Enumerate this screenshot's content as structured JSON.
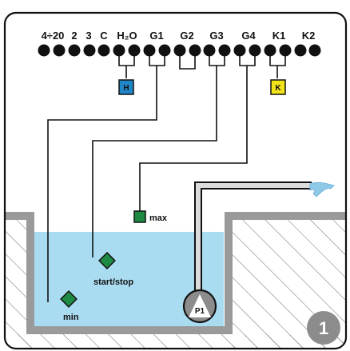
{
  "terminals": [
    "4÷20",
    "2",
    "3",
    "C",
    "H₂O",
    "G1",
    "G2",
    "G3",
    "G4",
    "K1",
    "K2"
  ],
  "relays": {
    "h": {
      "label": "H",
      "color": "#1f86c8"
    },
    "k": {
      "label": "K",
      "color": "#f2e21a"
    }
  },
  "sensors": {
    "max": "max",
    "start_stop": "start/stop",
    "min": "min"
  },
  "pump": {
    "label": "P1"
  },
  "badge": "1",
  "colors": {
    "water": "#a9dcf1",
    "sensor_green": "#1e8a43",
    "wall_gray": "#9a9a9a",
    "outline": "#111111",
    "badge": "#8c8c8c"
  }
}
